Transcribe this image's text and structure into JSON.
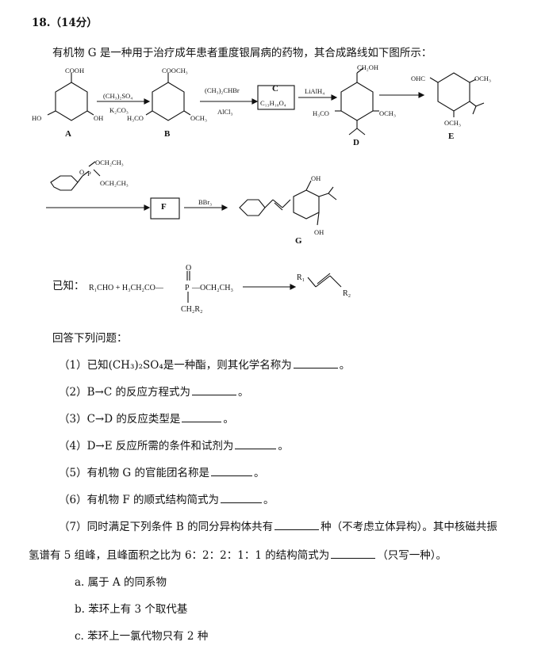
{
  "header": {
    "question_no": "18.（14分）"
  },
  "intro": "有机物 G 是一种用于治疗成年患者重度银屑病的药物，其合成路线如下图所示：",
  "scheme": {
    "compounds": {
      "A": "A",
      "B": "B",
      "C": "C",
      "D": "D",
      "E": "E",
      "F": "F",
      "G": "G",
      "c_formula": "C₁₃H₁₈O₄"
    },
    "reagents": {
      "a_to_b_top": "(CH₃)₂SO₄",
      "a_to_b_bottom": "K₂CO₃",
      "b_to_c_top": "(CH₃)₂CHBr",
      "b_to_c_bottom": "AlCl₃",
      "c_to_d": "LiAlH₄",
      "f_to_g": "BBr₃"
    },
    "groups": {
      "cooh": "COOH",
      "ho": "HO",
      "oh": "OH",
      "cooch3": "COOCH₃",
      "h3co": "H₃CO",
      "och3": "OCH₃",
      "ch2oh": "CH₂OH",
      "ohc": "OHC",
      "p_o_et_1": "OCH₂CH₃",
      "p_o_et_2": "OCH₂CH₃",
      "p_o": "O",
      "p_p": "P"
    }
  },
  "known": {
    "prefix": "已知：",
    "lhs": "R₁CHO + H₃CH₂CO—",
    "p_atom": "P",
    "right": "—OCH₂CH₃",
    "o_atom": "O",
    "sub": "CH₂R₂",
    "r1": "R₁",
    "r2": "R₂"
  },
  "answer_intro": "回答下列问题：",
  "questions": [
    {
      "text": "（1）已知(CH₃)₂SO₄是一种酯，则其化学名称为",
      "tail": "。"
    },
    {
      "text": "（2）B→C 的反应方程式为",
      "tail": "。"
    },
    {
      "text": "（3）C→D 的反应类型是",
      "tail": "。"
    },
    {
      "text": "（4）D→E 反应所需的条件和试剂为",
      "tail": "。"
    },
    {
      "text": "（5）有机物 G 的官能团名称是",
      "tail": "。"
    },
    {
      "text": "（6）有机物 F 的顺式结构简式为",
      "tail": "。"
    }
  ],
  "q7": {
    "line1": "（7）同时满足下列条件 B 的同分异构体共有",
    "line1_mid": "种（不考虑立体异构）。其中核磁共振",
    "line2": "氢谱有 5 组峰，且峰面积之比为 6：2：2：1：1 的结构简式为",
    "line2_tail": "（只写一种）。",
    "conditions": [
      "a. 属于 A 的同系物",
      "b. 苯环上有 3 个取代基",
      "c. 苯环上一氯代物只有 2 种"
    ]
  }
}
